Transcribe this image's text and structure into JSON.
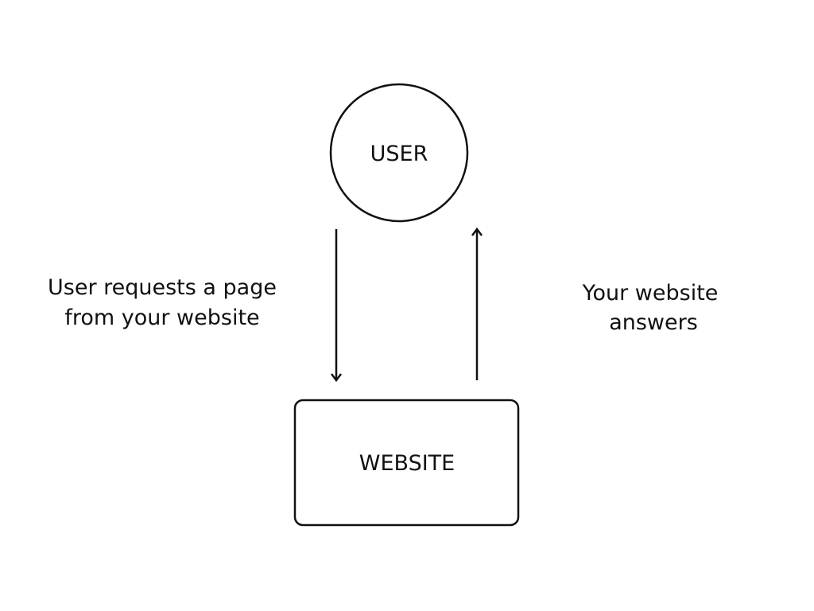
{
  "nodes": {
    "user": {
      "label": "USER"
    },
    "website": {
      "label": "WEBSITE"
    }
  },
  "edges": {
    "request": {
      "label_line1": "User requests a page",
      "label_line2": "from your website"
    },
    "response": {
      "label_line1": "Your website",
      "label_line2": "answers"
    }
  },
  "colors": {
    "stroke": "#111111",
    "background": "#ffffff"
  }
}
